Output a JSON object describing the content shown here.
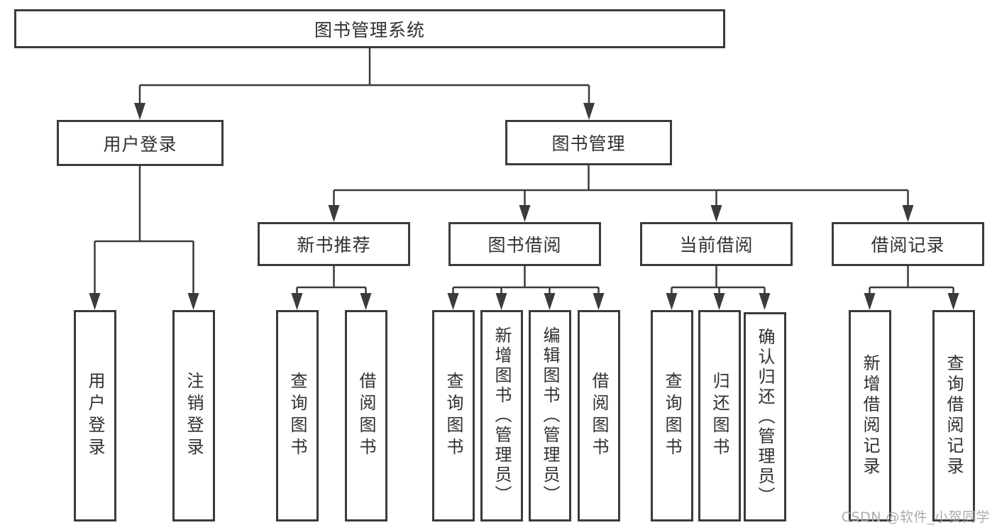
{
  "colors": {
    "line": "#3b3b3b",
    "text": "#303030",
    "watermark": "#ababab",
    "background": "#ffffff"
  },
  "tree": {
    "root": {
      "label": "图书管理系统"
    },
    "branches": [
      {
        "label": "用户登录",
        "leaves": [
          {
            "label": "用户登录"
          },
          {
            "label": "注销登录"
          }
        ]
      },
      {
        "label": "图书管理",
        "groups": [
          {
            "label": "新书推荐",
            "leaves": [
              {
                "label": "查询图书"
              },
              {
                "label": "借阅图书"
              }
            ]
          },
          {
            "label": "图书借阅",
            "leaves": [
              {
                "label": "查询图书"
              },
              {
                "label": "新增图书（管理员）"
              },
              {
                "label": "编辑图书（管理员）"
              },
              {
                "label": "借阅图书"
              }
            ]
          },
          {
            "label": "当前借阅",
            "leaves": [
              {
                "label": "查询图书"
              },
              {
                "label": "归还图书"
              },
              {
                "label": "确认归还（管理员）"
              }
            ]
          },
          {
            "label": "借阅记录",
            "leaves": [
              {
                "label": "新增借阅记录"
              },
              {
                "label": "查询借阅记录"
              }
            ]
          }
        ]
      }
    ]
  },
  "watermark": {
    "text": "CSDN @软件_小贺同学"
  }
}
